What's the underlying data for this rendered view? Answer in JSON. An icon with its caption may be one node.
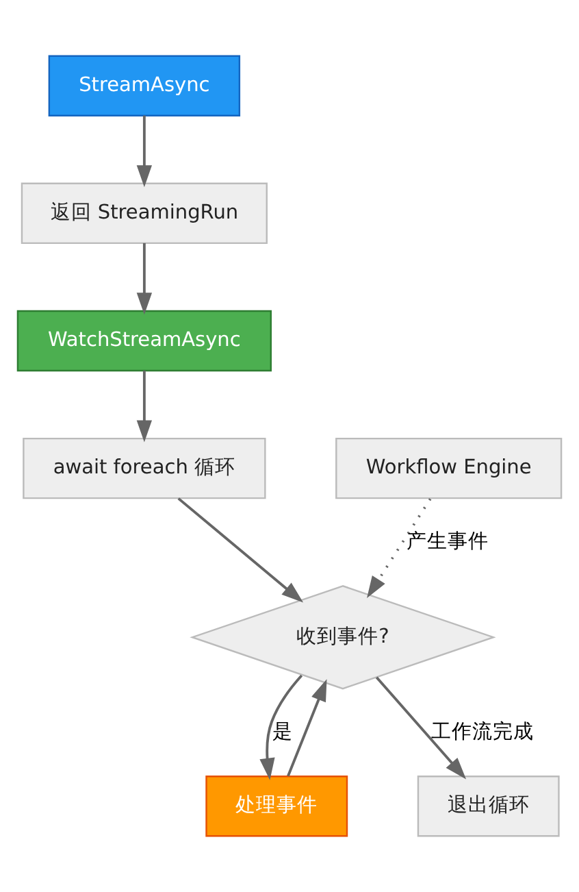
{
  "diagram": {
    "nodes": [
      {
        "text": [
          "StreamAsync"
        ]
      },
      {
        "text": [
          "返回 StreamingRun"
        ]
      },
      {
        "text": [
          "WatchStreamAsync"
        ]
      },
      {
        "text": [
          "await foreach 循环"
        ]
      },
      {
        "text": [
          "Workflow Engine"
        ]
      },
      {
        "text": [
          "收到事件?"
        ]
      },
      {
        "text": [
          "处理事件"
        ]
      },
      {
        "text": [
          "退出循环"
        ]
      }
    ],
    "edges": [
      {
        "from": 0,
        "to": 1,
        "arrow": "to"
      },
      {
        "from": 1,
        "to": 2,
        "arrow": "to"
      },
      {
        "from": 2,
        "to": 3,
        "arrow": "to"
      },
      {
        "from": 3,
        "to": 5,
        "arrow": "to"
      },
      {
        "from": 4,
        "to": 5,
        "arrow": "to",
        "label": "产生事件",
        "style": "dashed"
      },
      {
        "from": 5,
        "to": 6,
        "arrow": "to",
        "label": "是"
      },
      {
        "from": 6,
        "to": 5,
        "arrow": "to"
      },
      {
        "from": 5,
        "to": 7,
        "arrow": "to",
        "label": "工作流完成"
      }
    ]
  }
}
